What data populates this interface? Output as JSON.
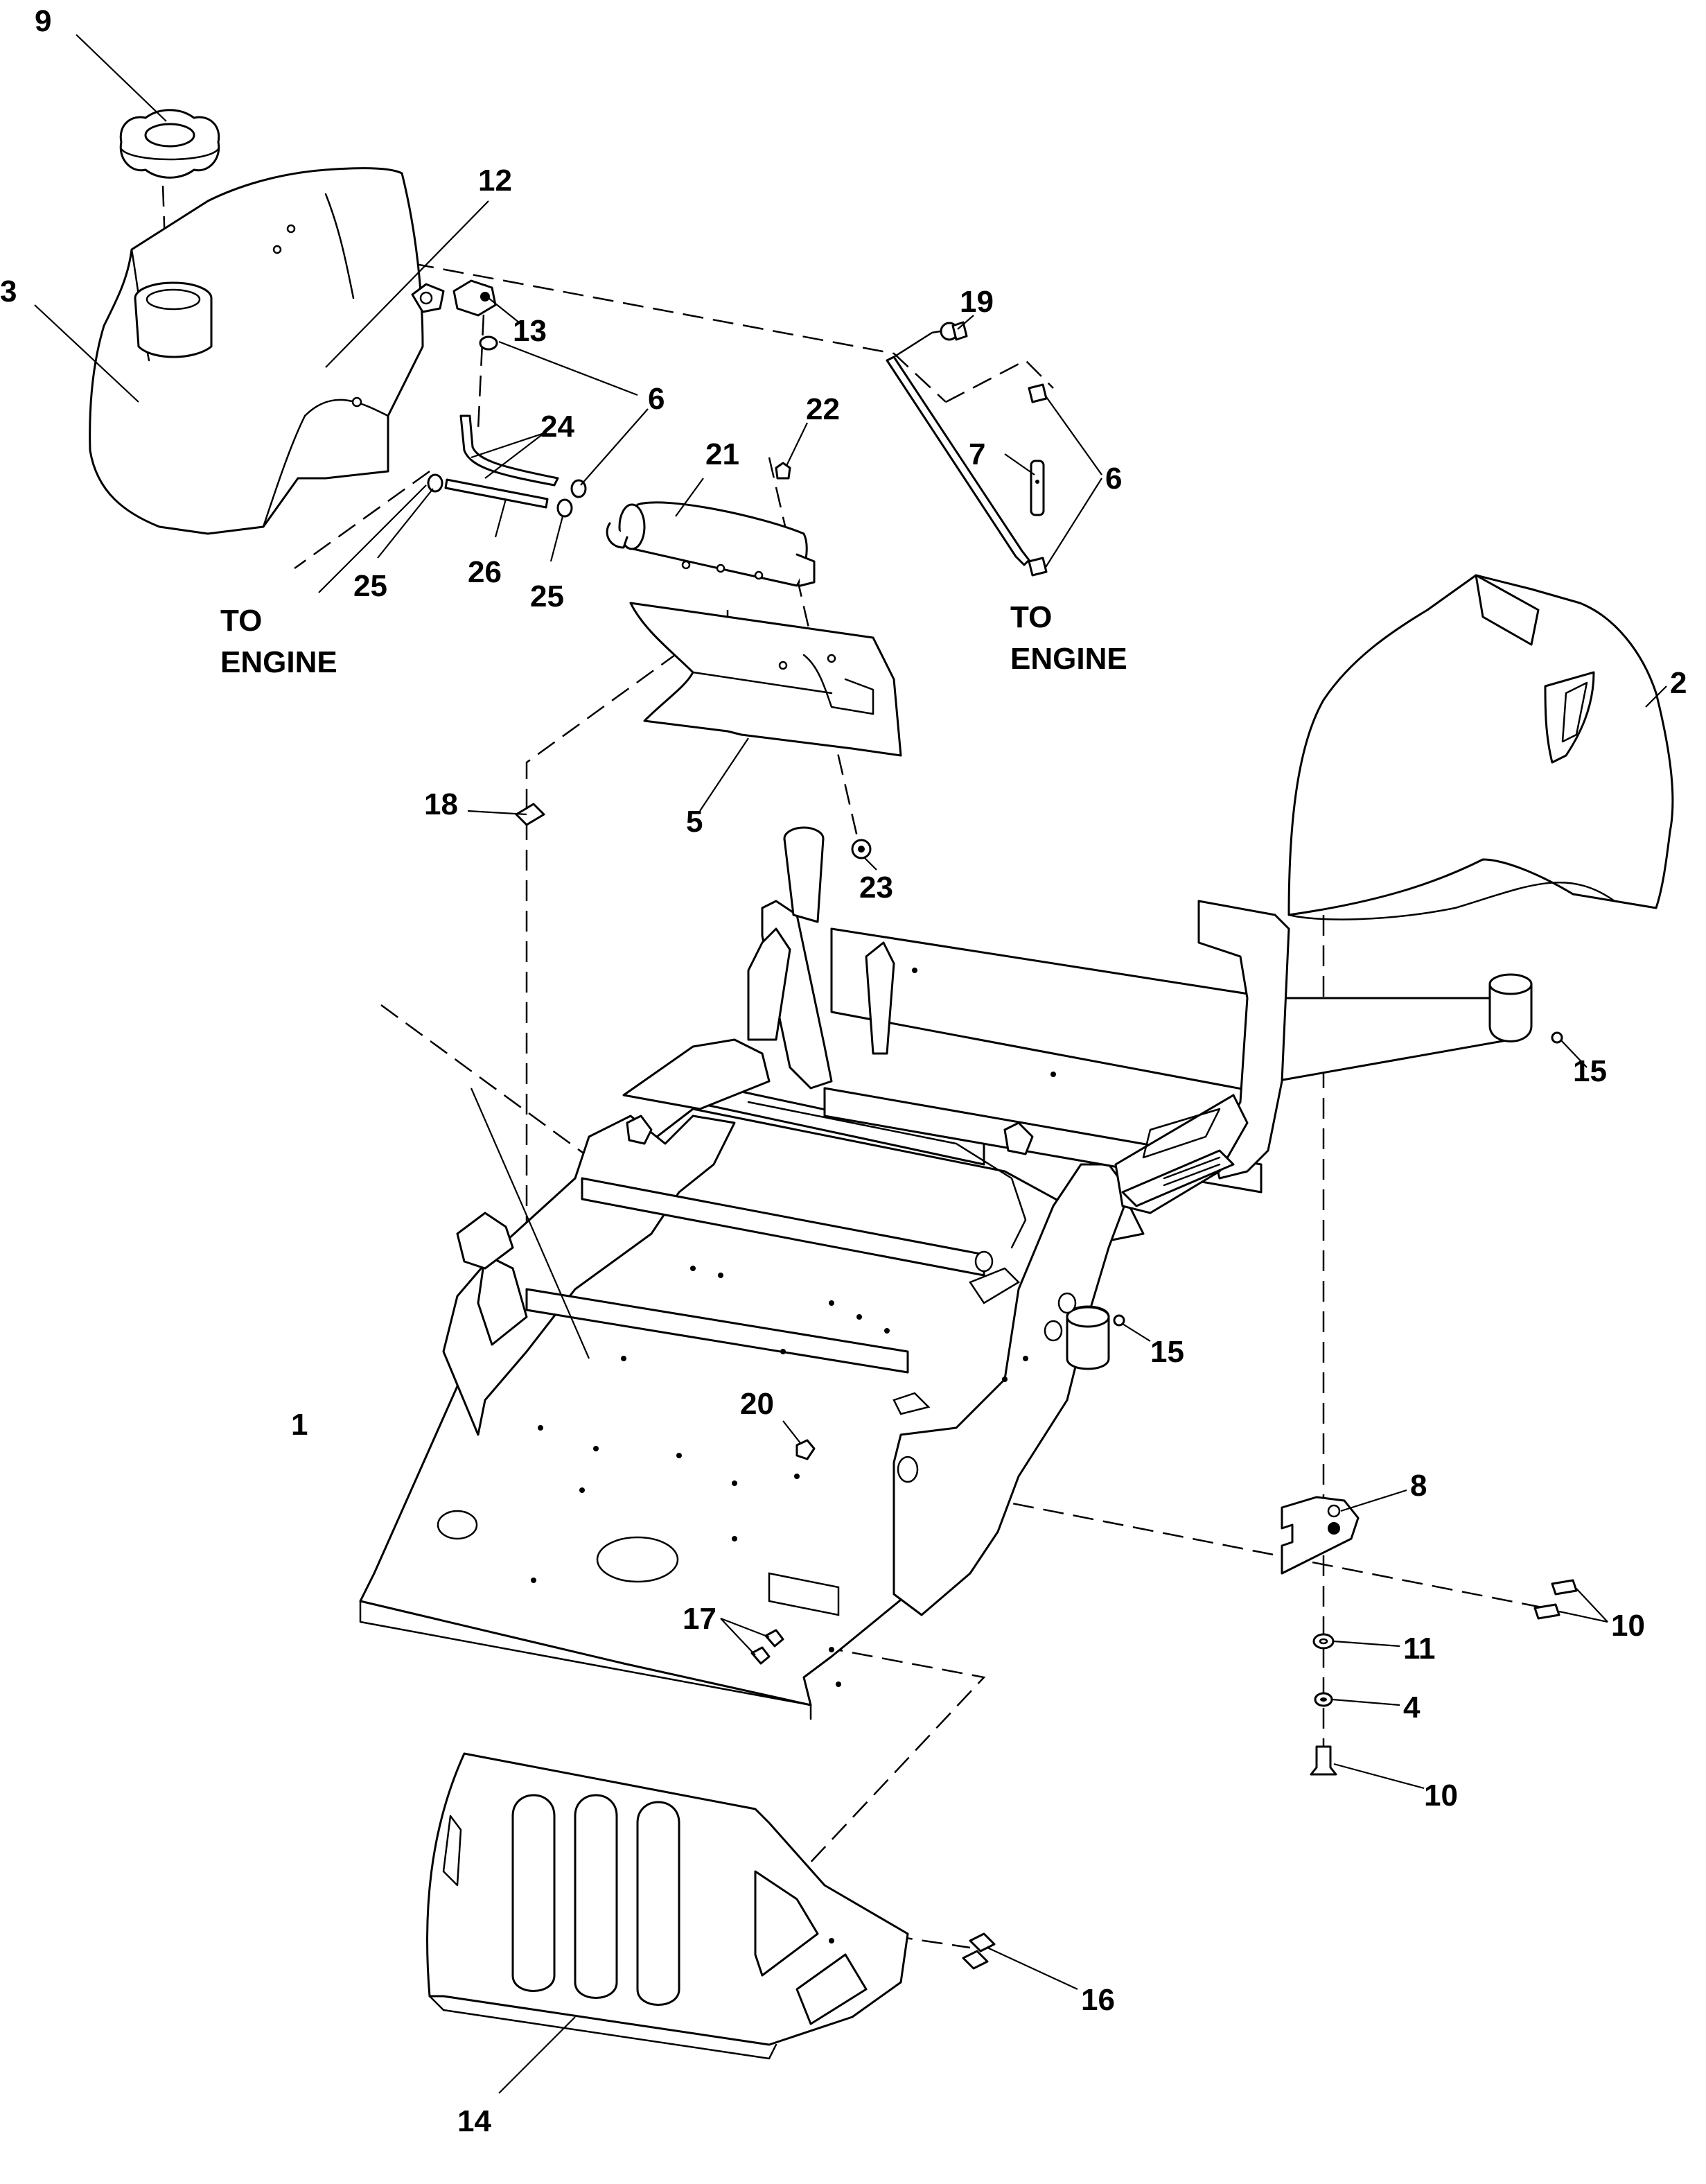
{
  "callouts": {
    "c1": "1",
    "c2": "2",
    "c3": "3",
    "c4": "4",
    "c5": "5",
    "c6a": "6",
    "c6b": "6",
    "c7": "7",
    "c8": "8",
    "c9": "9",
    "c10a": "10",
    "c10b": "10",
    "c11": "11",
    "c12": "12",
    "c13": "13",
    "c14": "14",
    "c15a": "15",
    "c15b": "15",
    "c16": "16",
    "c17": "17",
    "c18": "18",
    "c19": "19",
    "c20": "20",
    "c21": "21",
    "c22": "22",
    "c23": "23",
    "c24": "24",
    "c25a": "25",
    "c25b": "25",
    "c26": "26"
  },
  "notes": {
    "left_to": "TO",
    "left_engine": "ENGINE",
    "right_to": "TO",
    "right_engine": "ENGINE"
  }
}
